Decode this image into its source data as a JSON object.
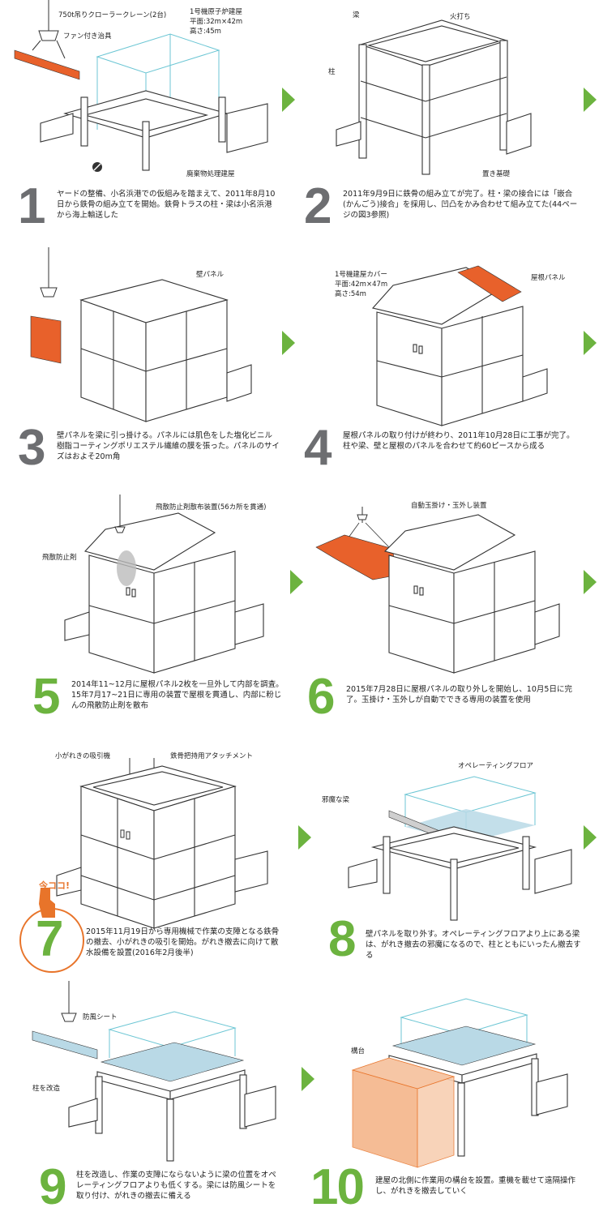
{
  "colors": {
    "green": "#6cb33f",
    "gray_number": "#6d6e71",
    "orange_panel": "#e8612b",
    "light_blue": "#b9d9e6",
    "outline_blue": "#6cc6d4",
    "orange_callout": "#e8742a"
  },
  "steps": [
    {
      "number": "1",
      "text": "ヤードの整備、小名浜港での仮組みを踏まえて、2011年8月10日から鉄骨の組み立てを開始。鉄骨トラスの柱・梁は小名浜港から海上輸送した",
      "callouts": [
        "750t吊りクローラークレーン(2台)",
        "ファン付き治具",
        "1号機原子炉建屋",
        "平面:32m×42m",
        "高さ:45m",
        "廃棄物処理建屋"
      ]
    },
    {
      "number": "2",
      "text": "2011年9月9日に鉄骨の組み立てが完了。柱・梁の接合には「嵌合(かんごう)接合」を採用し、凹凸をかみ合わせて組み立てた(44ページの図3参照)",
      "callouts": [
        "梁",
        "火打ち",
        "柱",
        "置き基礎"
      ]
    },
    {
      "number": "3",
      "text": "壁パネルを梁に引っ掛ける。パネルには肌色をした塩化ビニル樹脂コーティングポリエステル繊維の膜を張った。パネルのサイズはおよそ20m角",
      "callouts": [
        "壁パネル"
      ]
    },
    {
      "number": "4",
      "text": "屋根パネルの取り付けが終わり、2011年10月28日に工事が完了。柱や梁、壁と屋根のパネルを合わせて約60ピースから成る",
      "callouts": [
        "1号機建屋カバー",
        "平面:42m×47m",
        "高さ:54m",
        "屋根パネル"
      ]
    },
    {
      "number": "5",
      "text": "2014年11~12月に屋根パネル2枚を一旦外して内部を調査。15年7月17~21日に専用の装置で屋根を貫通し、内部に粉じんの飛散防止剤を散布",
      "callouts": [
        "飛散防止剤散布装置(56カ所を貫通)",
        "飛散防止剤"
      ]
    },
    {
      "number": "6",
      "text": "2015年7月28日に屋根パネルの取り外しを開始し、10月5日に完了。玉掛け・玉外しが自動でできる専用の装置を使用",
      "callouts": [
        "自動玉掛け・玉外し装置"
      ]
    },
    {
      "number": "7",
      "text": "2015年11月19日から専用機械で作業の支障となる鉄骨の撤去、小がれきの吸引を開始。がれき撤去に向けて散水設備を設置(2016年2月後半)",
      "callouts": [
        "小がれきの吸引機",
        "鉄骨把持用アタッチメント"
      ],
      "badge": "今ココ!"
    },
    {
      "number": "8",
      "text": "壁パネルを取り外す。オペレーティングフロアより上にある梁は、がれき撤去の邪魔になるので、柱とともにいったん撤去する",
      "callouts": [
        "オペレーティングフロア",
        "邪魔な梁"
      ]
    },
    {
      "number": "9",
      "text": "柱を改造し、作業の支障にならないように梁の位置をオペレーティングフロアよりも低くする。梁には防風シートを取り付け、がれきの撤去に備える",
      "callouts": [
        "防風シート",
        "柱を改造"
      ]
    },
    {
      "number": "10",
      "text": "建屋の北側に作業用の構台を設置。重機を載せて遠隔操作し、がれきを撤去していく",
      "callouts": [
        "構台"
      ]
    }
  ]
}
